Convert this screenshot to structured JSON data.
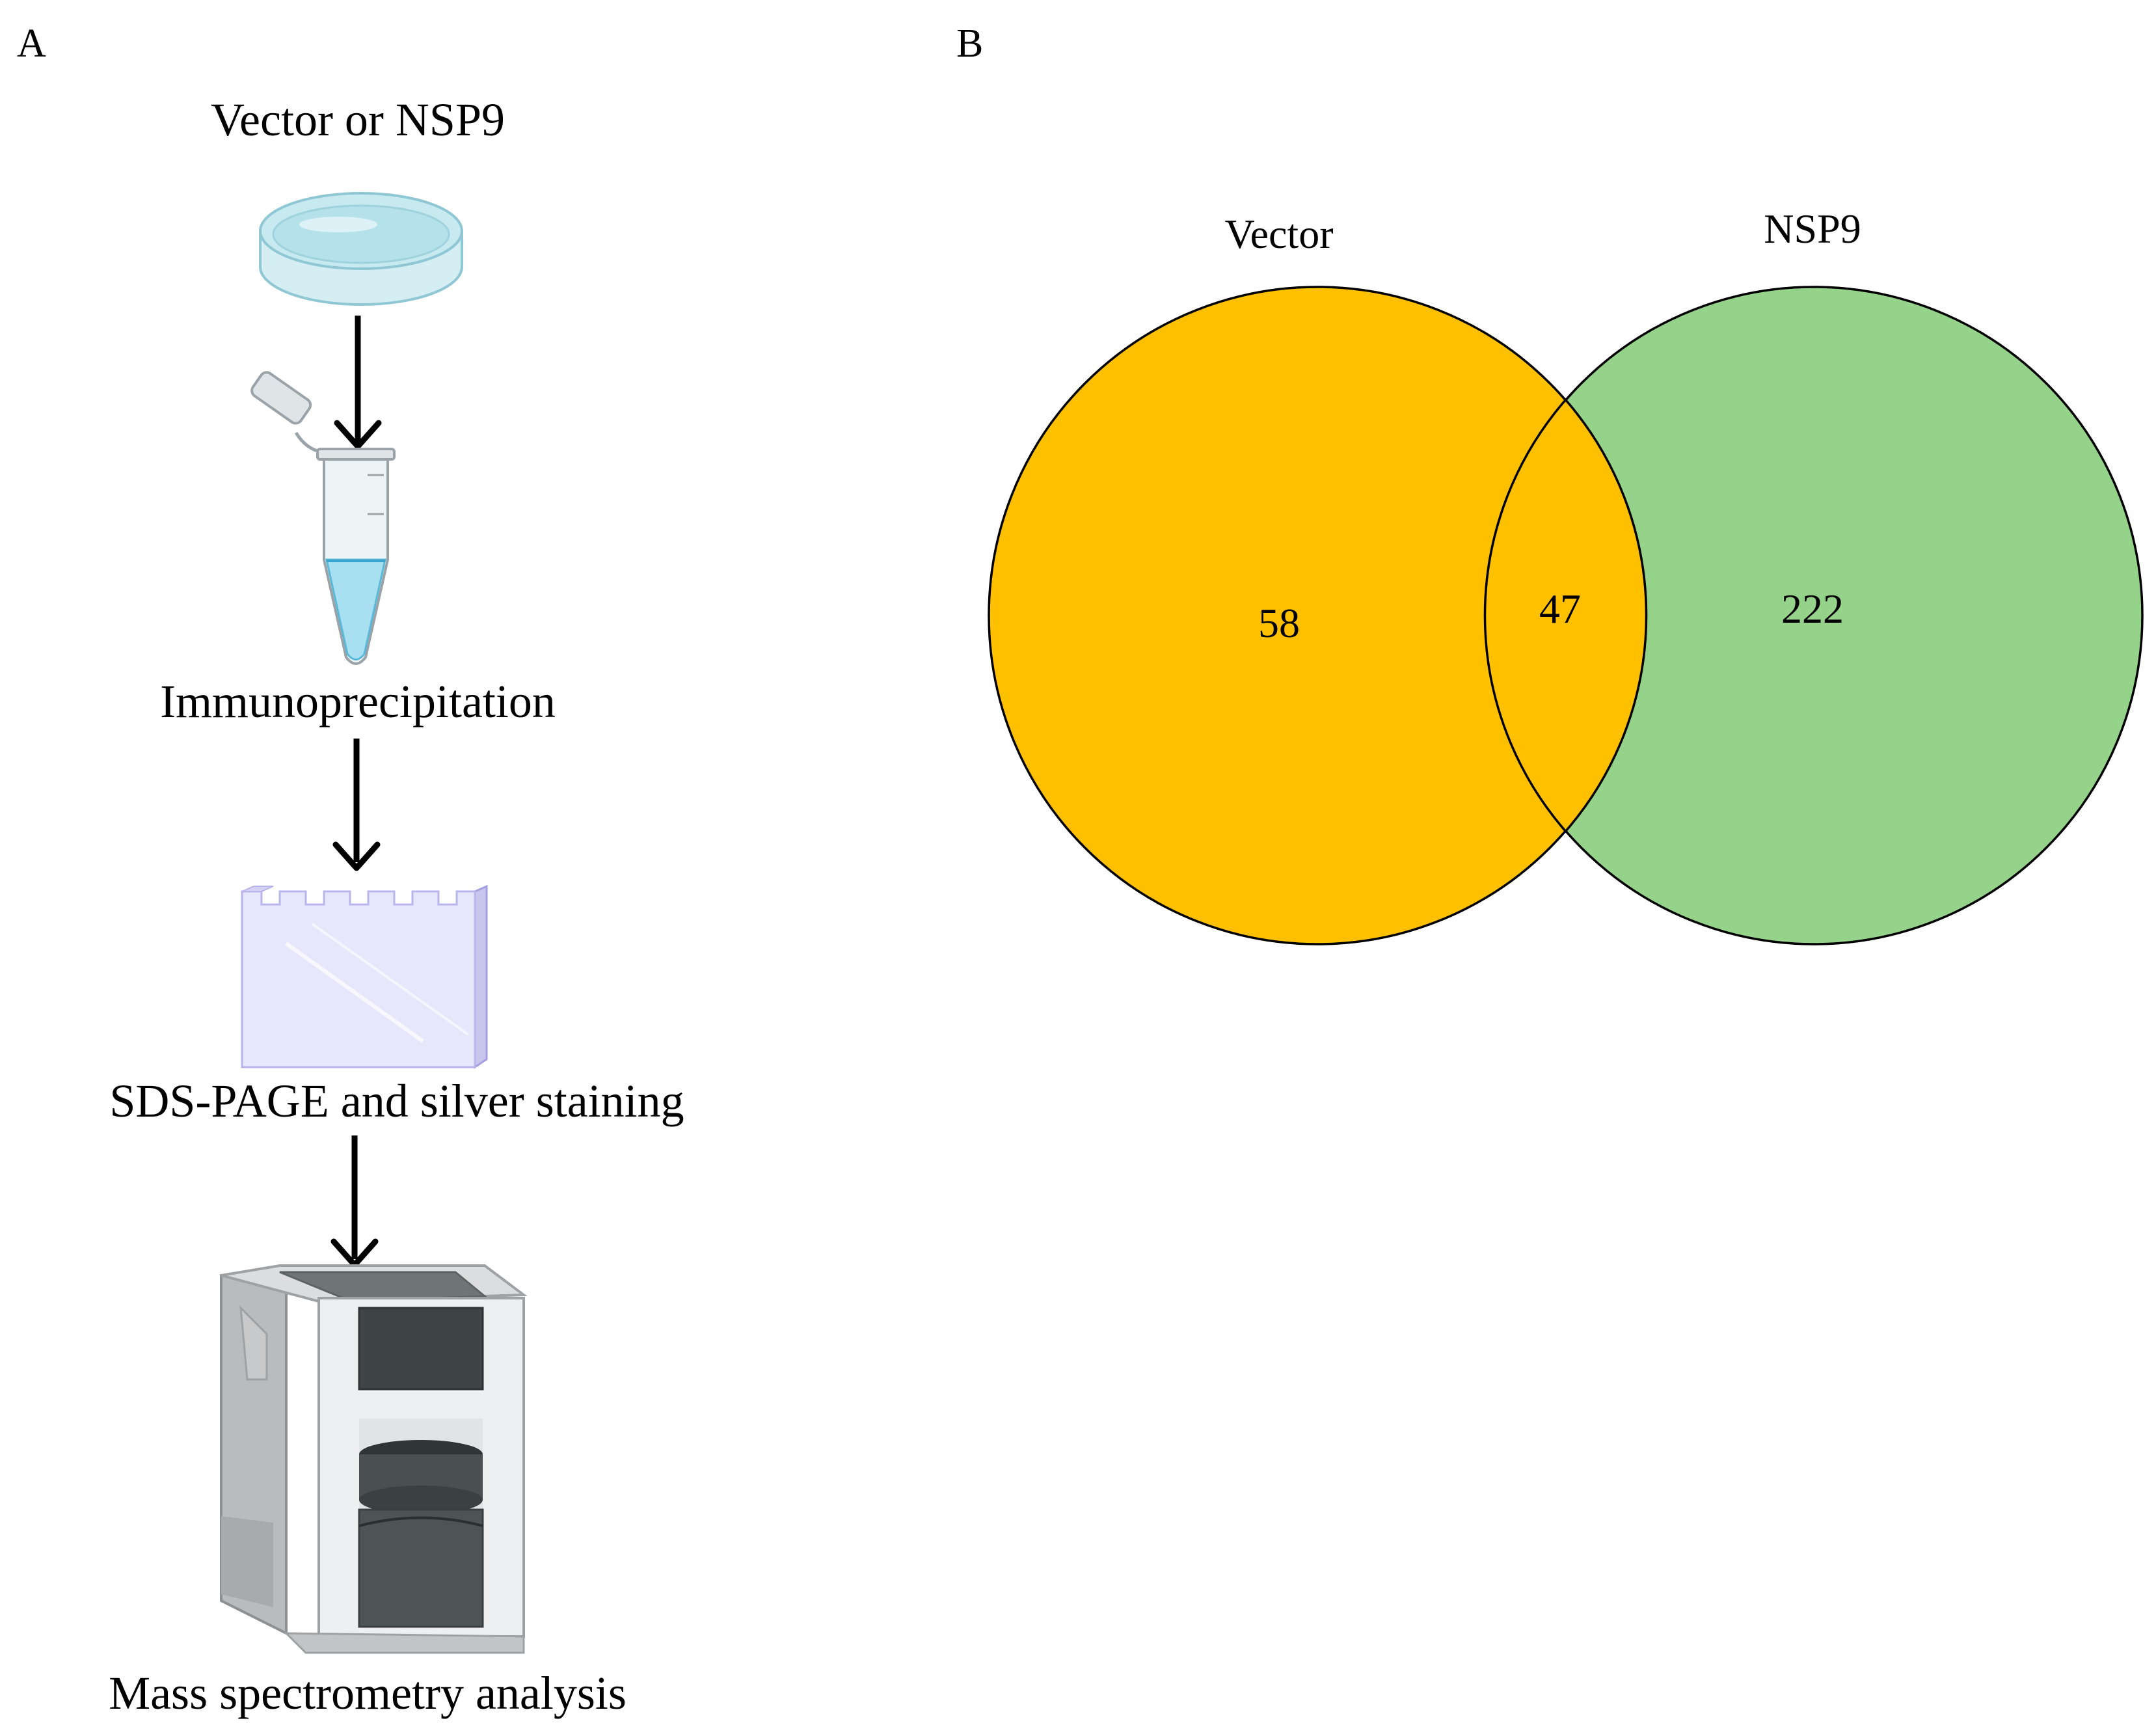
{
  "panel_a": {
    "label": "A",
    "steps": [
      {
        "label": "Vector or NSP9",
        "icon": "petri-dish-icon"
      },
      {
        "label": "Immunoprecipitation",
        "icon": "microcentrifuge-tube-icon"
      },
      {
        "label": "SDS-PAGE and silver staining",
        "icon": "gel-icon"
      },
      {
        "label": "Mass spectrometry analysis",
        "icon": "mass-spectrometer-icon"
      }
    ]
  },
  "panel_b": {
    "label": "B",
    "venn": {
      "sets": [
        {
          "name": "Vector",
          "only_count": "58",
          "color": "#FFC000"
        },
        {
          "name": "NSP9",
          "only_count": "222",
          "color": "#95D38A"
        }
      ],
      "intersection_count": "47"
    }
  }
}
